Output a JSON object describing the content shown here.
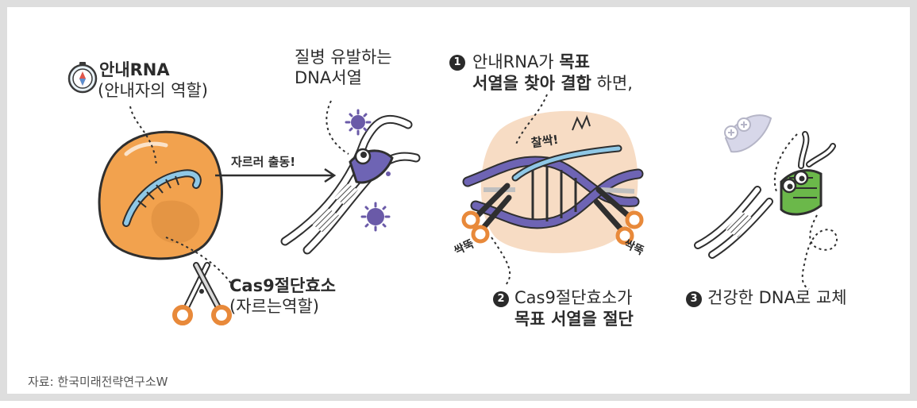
{
  "guide_rna": {
    "title": "안내RNA",
    "role": "(안내자의 역할)"
  },
  "disease_dna": {
    "line1": "질병 유발하는",
    "line2": "DNA서열"
  },
  "arrow_label": "자르러 출동!",
  "cas9": {
    "title": "Cas9절단효소",
    "role": "(자르는역할)"
  },
  "step1": {
    "number": "1",
    "line1_normal": "안내RNA가 ",
    "line1_bold": "목표",
    "line2_bold": "서열을 찾아 결합",
    "line2_normal": " 하면,"
  },
  "slap_text": "찰싹!",
  "snip_left": "싹뚝",
  "snip_right": "싹뚝",
  "step2": {
    "number": "2",
    "line1": "Cas9절단효소가",
    "line2_bold": "목표 서열을 절단"
  },
  "step3": {
    "number": "3",
    "text": "건강한 DNA로 교체"
  },
  "source": "자료: 한국미래전략연구소W",
  "colors": {
    "enzyme_orange": "#f2a24e",
    "rna_blue": "#8fc8e6",
    "dna_purple": "#6e64b4",
    "virus_purple": "#6a5aa8",
    "healthy_green": "#6bb84a",
    "scissor_orange": "#e8893a",
    "peach_bg": "#f7dcc4"
  }
}
